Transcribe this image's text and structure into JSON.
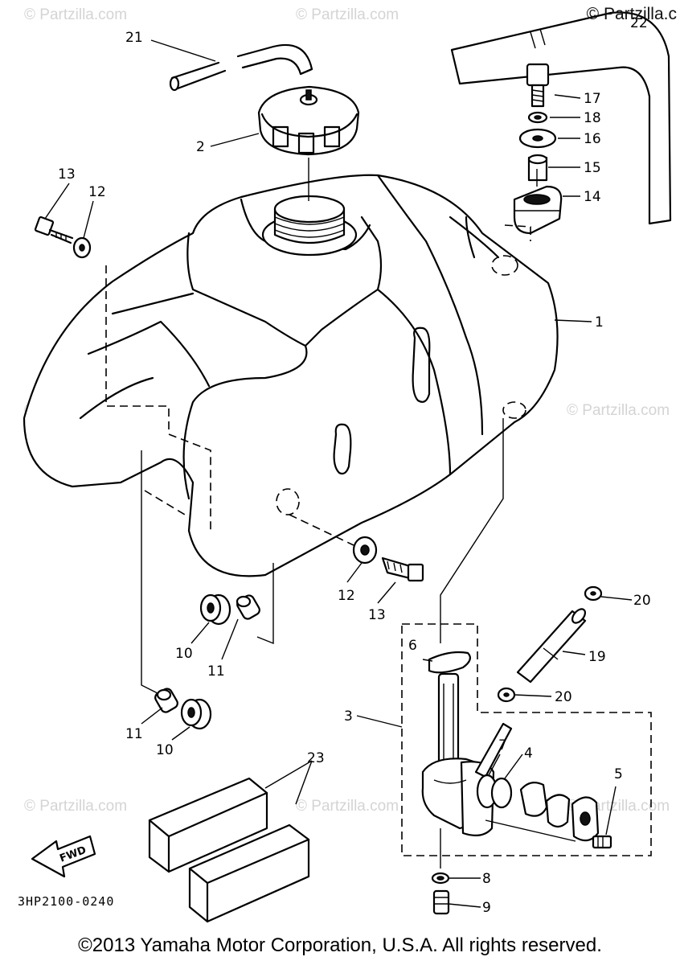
{
  "watermarks": {
    "site": "© Partzilla.com",
    "corner": "© Partzilla.c"
  },
  "diagram_code": "3HP2100-0240",
  "copyright": "©2013 Yamaha Motor Corporation, U.S.A. All rights reserved.",
  "fwd_label": "FWD",
  "callouts": {
    "c1": "1",
    "c2": "2",
    "c3": "3",
    "c4": "4",
    "c5": "5",
    "c6": "6",
    "c7": "7",
    "c8": "8",
    "c9": "9",
    "c10a": "10",
    "c10b": "10",
    "c11a": "11",
    "c11b": "11",
    "c12a": "12",
    "c12b": "12",
    "c13a": "13",
    "c13b": "13",
    "c14": "14",
    "c15": "15",
    "c16": "16",
    "c17": "17",
    "c18": "18",
    "c19": "19",
    "c20a": "20",
    "c20b": "20",
    "c21": "21",
    "c22": "22",
    "c23": "23"
  }
}
